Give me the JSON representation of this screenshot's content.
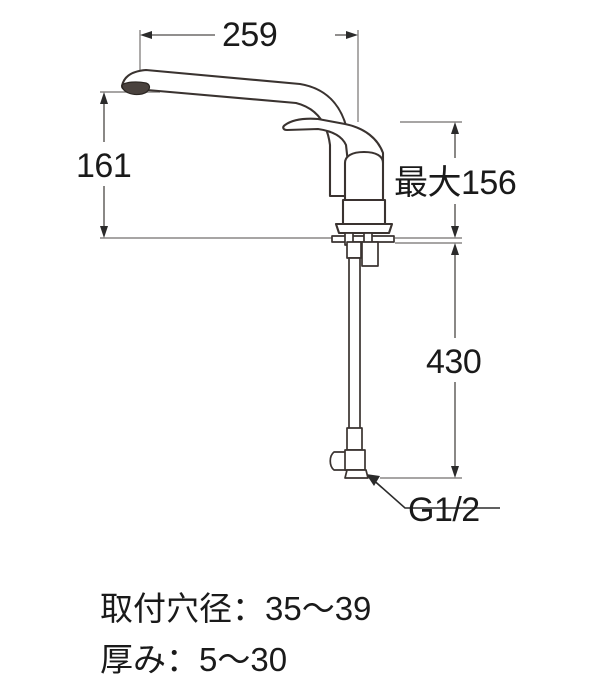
{
  "drawing": {
    "title_text": "",
    "product_type": "single-lever-kitchen-faucet-dimension-drawing",
    "line_color": "#3a3330",
    "dimension_line_color": "#6d6a68",
    "text_color": "#1a1a1a",
    "background_color": "#ffffff"
  },
  "dimensions": {
    "spout_reach": {
      "label": "259",
      "orientation": "horizontal",
      "position": "top"
    },
    "spout_height": {
      "label": "161",
      "orientation": "vertical",
      "position": "left"
    },
    "body_height_max": {
      "label": "最大156",
      "orientation": "vertical",
      "position": "right-upper"
    },
    "supply_length": {
      "label": "430",
      "orientation": "vertical",
      "position": "right-lower"
    },
    "connection_thread": {
      "label": "G1/2",
      "orientation": "leader",
      "position": "bottom-right"
    }
  },
  "notes": {
    "mounting_hole": "取付穴径：35〜39",
    "thickness": "厚み：5〜30"
  }
}
